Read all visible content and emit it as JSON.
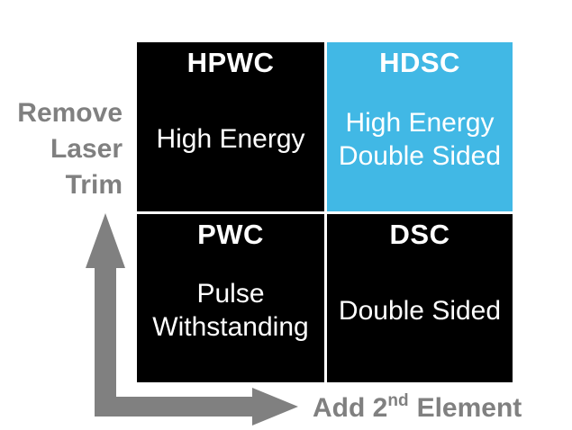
{
  "colors": {
    "background": "#ffffff",
    "quadrant_black": "#000000",
    "quadrant_highlight_blue": "#41b8e5",
    "axis_gray": "#808080",
    "quadrant_text_white": "#ffffff",
    "grid_gap_white": "#ffffff"
  },
  "matrix": {
    "quadrants": [
      {
        "id": "hpwc",
        "title": "HPWC",
        "lines": [
          "High Energy"
        ],
        "highlight": false
      },
      {
        "id": "hdsc",
        "title": "HDSC",
        "lines": [
          "High Energy",
          "Double Sided"
        ],
        "highlight": true
      },
      {
        "id": "pwc",
        "title": "PWC",
        "lines": [
          "Pulse",
          "Withstanding"
        ],
        "highlight": false
      },
      {
        "id": "dsc",
        "title": "DSC",
        "lines": [
          "Double Sided"
        ],
        "highlight": false
      }
    ]
  },
  "axes": {
    "y_label_lines": [
      "Remove",
      "Laser",
      "Trim"
    ],
    "x_label_prefix": "Add 2",
    "x_label_sup": "nd",
    "x_label_suffix": "Element"
  }
}
